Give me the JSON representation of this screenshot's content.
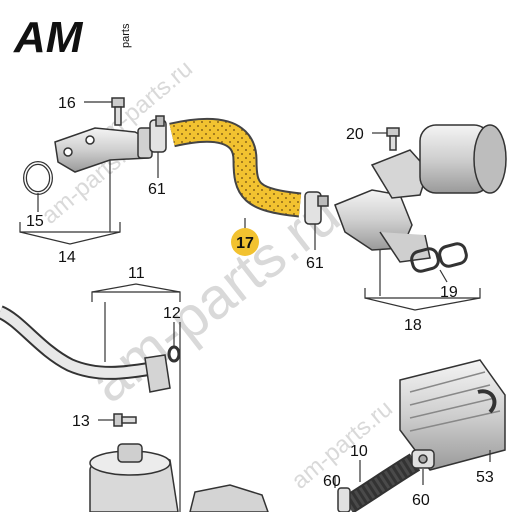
{
  "logo": {
    "main": "AM",
    "sub": "parts"
  },
  "watermarks": {
    "center": "am-parts.ru",
    "left": "am-parts.ru",
    "top": "am-parts.ru",
    "bottom": "am-parts.ru"
  },
  "callouts": {
    "p10": "10",
    "p11": "11",
    "p12": "12",
    "p13": "13",
    "p14": "14",
    "p15": "15",
    "p16": "16",
    "p17": "17",
    "p18": "18",
    "p19": "19",
    "p20": "20",
    "p53": "53",
    "p60a": "60",
    "p60b": "60",
    "p61a": "61",
    "p61b": "61"
  },
  "highlight_color": "#f2c230",
  "line_color": "#333333"
}
